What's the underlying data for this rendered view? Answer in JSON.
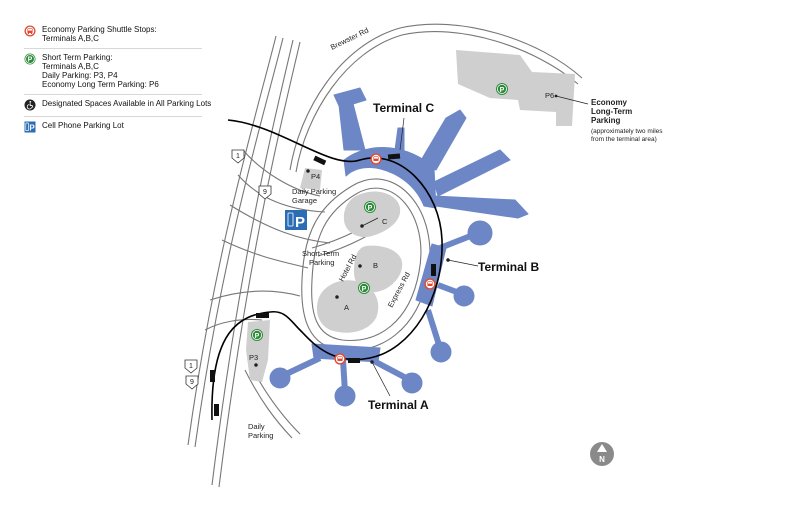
{
  "legend": {
    "shuttle": {
      "lines": [
        "Economy Parking Shuttle Stops:",
        "Terminals A,B,C"
      ],
      "icon": "shuttle-bus-icon",
      "color": "#e4472e"
    },
    "short_term": {
      "lines": [
        "Short Term Parking:",
        "Terminals A,B,C",
        "Daily Parking: P3, P4",
        "Economy Long Term Parking: P6"
      ],
      "icon": "parking-p-icon",
      "color": "#2e8b3a"
    },
    "accessible": {
      "lines": [
        "Designated Spaces Available in All Parking Lots"
      ],
      "icon": "wheelchair-icon"
    },
    "cell_phone": {
      "lines": [
        "Cell Phone Parking Lot"
      ],
      "icon": "cell-phone-parking-icon",
      "color": "#2a6db5"
    }
  },
  "map": {
    "terminals": {
      "a": "Terminal A",
      "b": "Terminal B",
      "c": "Terminal C"
    },
    "roads": {
      "brewster": "Brewster Rd",
      "express": "Express Rd",
      "hotel": "Hotel Rd"
    },
    "highways": {
      "route1": "1",
      "route9": "9"
    },
    "lots": {
      "p3": "P3",
      "p4": "P4",
      "p6": "P6",
      "a": "A",
      "b": "B",
      "c": "C"
    },
    "labels": {
      "daily_garage": [
        "Daily Parking",
        "Garage"
      ],
      "short_term": [
        "Short-Term",
        "Parking"
      ],
      "daily_parking": [
        "Daily",
        "Parking"
      ],
      "economy": [
        "Economy",
        "Long-Term",
        "Parking"
      ],
      "economy_note": [
        "(approximately two miles",
        "from the terminal area)"
      ],
      "cell_phone_sign": "P"
    },
    "north": "N",
    "colors": {
      "terminal": "#6d86c6",
      "lot": "#cfcfcf",
      "road": "#777777",
      "parking_green": "#2e8b3a",
      "shuttle_red": "#e4472e",
      "cell_blue": "#2a6db5"
    }
  }
}
